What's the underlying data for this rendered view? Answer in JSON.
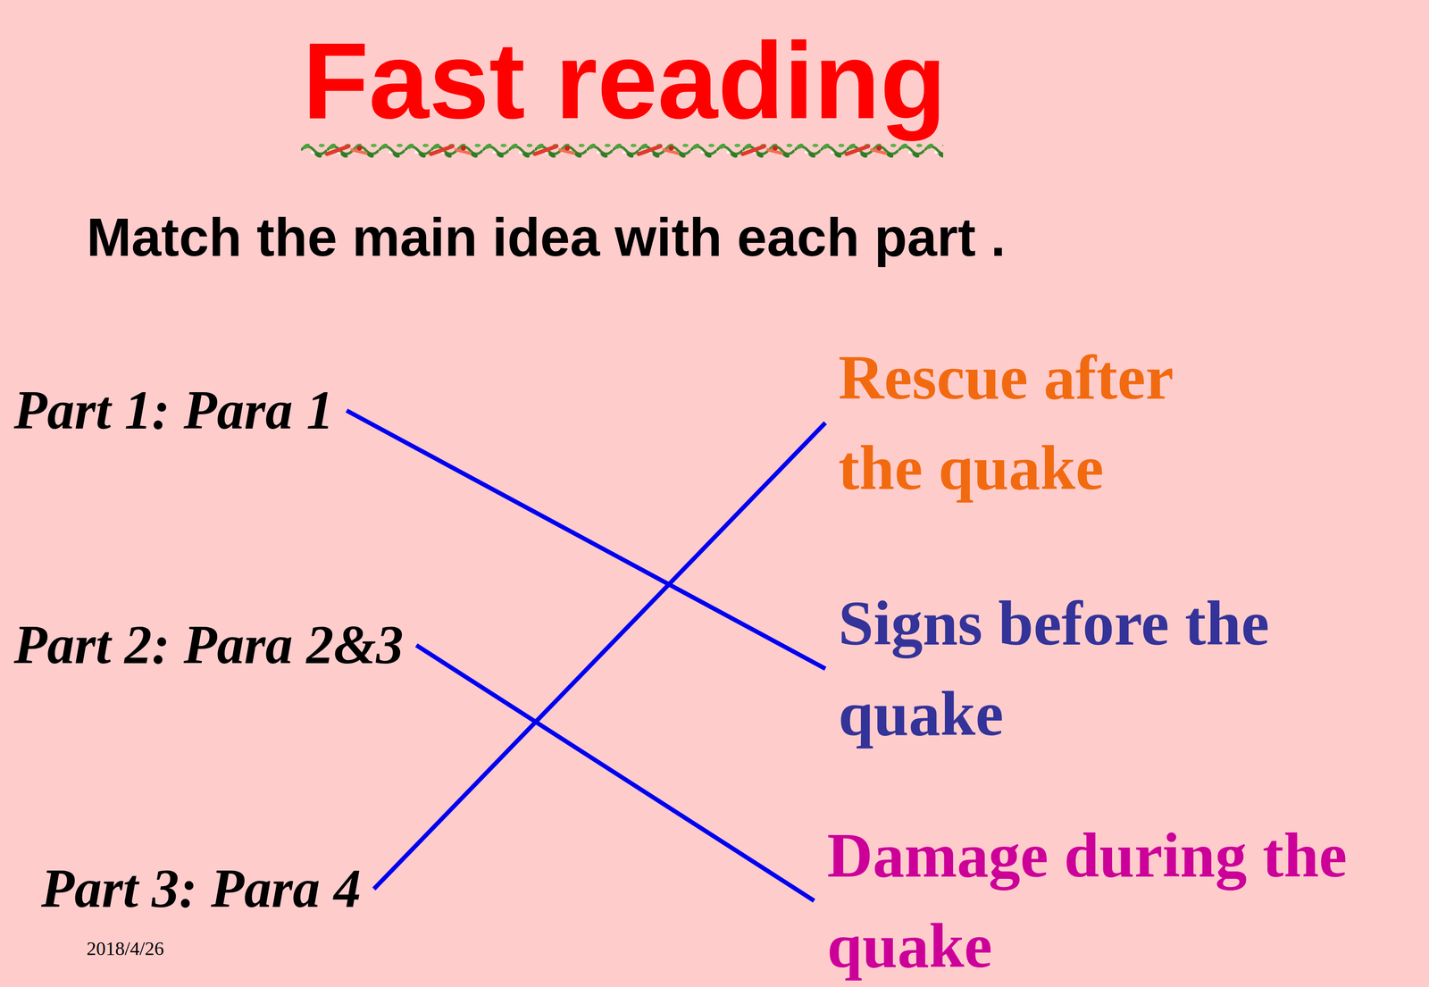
{
  "diagram": {
    "title": "Fast reading",
    "nodes": [
      {
        "text": [
          "Part 1: Para 1"
        ]
      },
      {
        "text": [
          "Part 2: Para 2&3"
        ]
      },
      {
        "text": [
          "Part 3: Para 4"
        ]
      },
      {
        "text": [
          "Rescue after the quake"
        ]
      },
      {
        "text": [
          "Signs before the quake"
        ]
      },
      {
        "text": [
          "Damage during the quake"
        ]
      }
    ],
    "edges": [
      {
        "from": 0,
        "to": 4,
        "arrow": "none"
      },
      {
        "from": 1,
        "to": 5,
        "arrow": "none"
      },
      {
        "from": 2,
        "to": 3,
        "arrow": "none"
      }
    ],
    "labels": [
      "Match the main idea with each part .",
      "2018/4/26"
    ]
  }
}
